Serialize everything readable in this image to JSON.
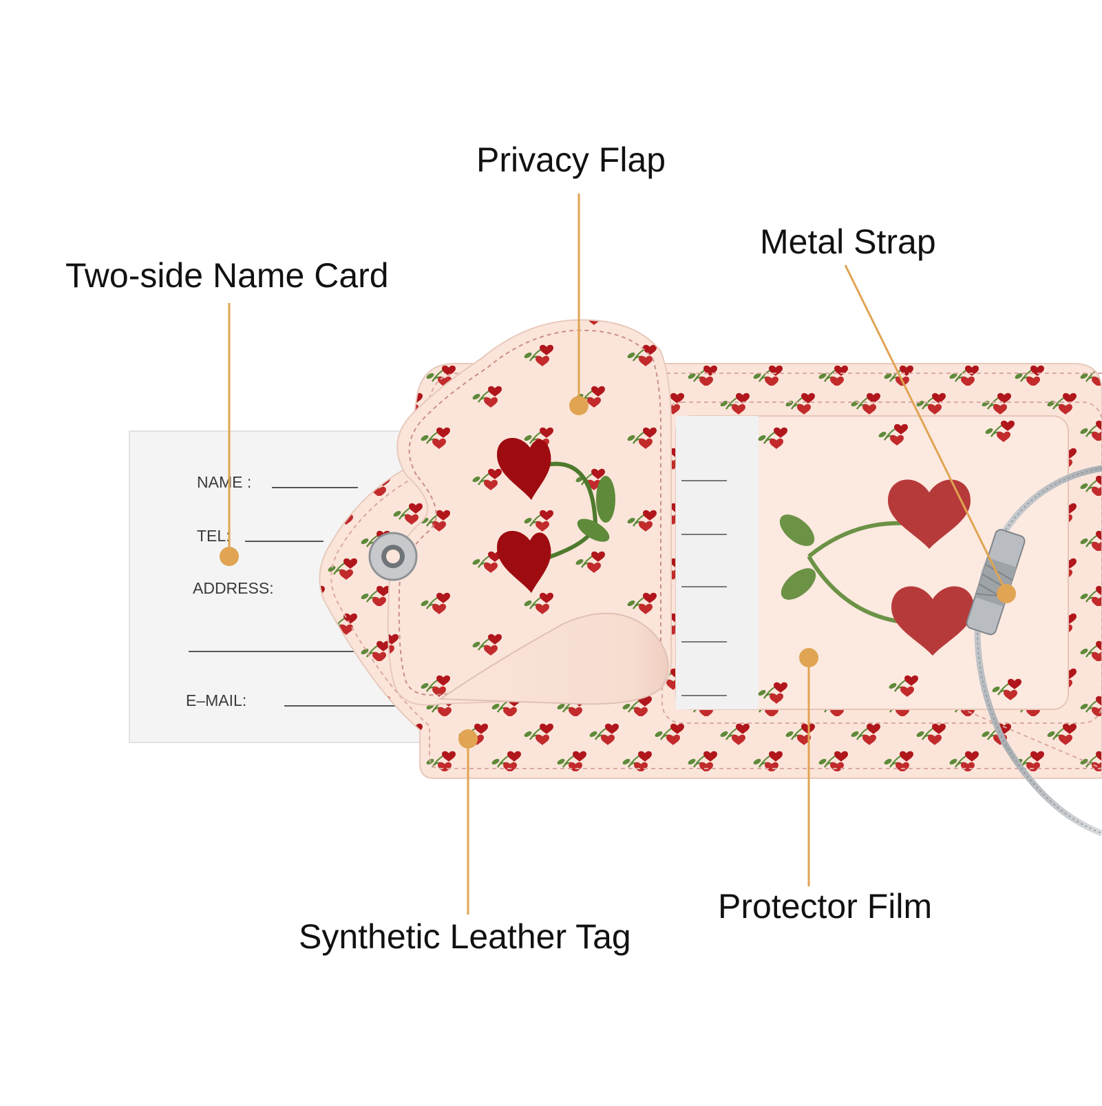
{
  "colors": {
    "accent": "#E0A452",
    "leather": "#FBE5DA",
    "stitch": "#D9A8A2",
    "cherry": "#9E0B10",
    "cherry_light": "#B73A3A",
    "leaf": "#5E8A3A",
    "card": "#F4F4F4",
    "strap": "#B8BCC0"
  },
  "labels": {
    "privacy_flap": "Privacy Flap",
    "metal_strap": "Metal Strap",
    "name_card": "Two-side Name Card",
    "leather_tag": "Synthetic Leather Tag",
    "protector_film": "Protector Film"
  },
  "card": {
    "name": "NAME :",
    "tel": "TEL:",
    "address": "ADDRESS:",
    "email": "E–MAIL:"
  }
}
